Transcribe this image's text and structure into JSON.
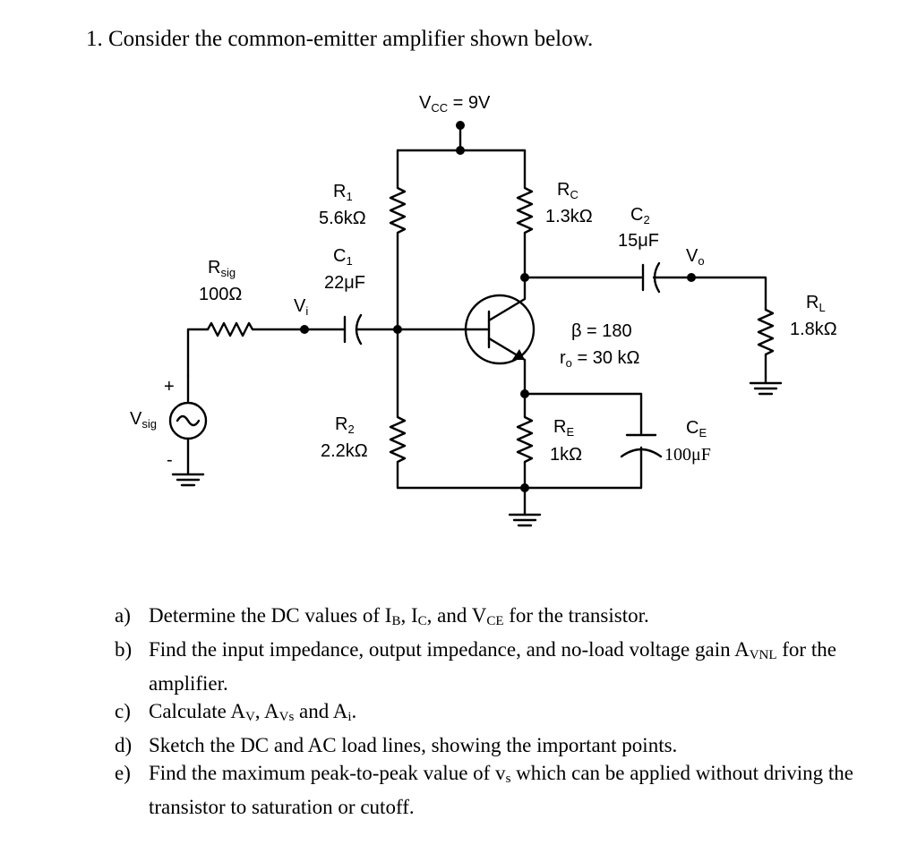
{
  "problem": {
    "number": "1.",
    "title": "Consider the common-emitter amplifier shown below."
  },
  "circuit": {
    "vcc": {
      "main": "V",
      "sub": "CC",
      "rest": " = 9V"
    },
    "r1": {
      "name_main": "R",
      "name_sub": "1",
      "value": "5.6kΩ"
    },
    "c1": {
      "name_main": "C",
      "name_sub": "1",
      "value": "22μF"
    },
    "rc": {
      "name_main": "R",
      "name_sub": "C",
      "value": "1.3kΩ"
    },
    "c2": {
      "name_main": "C",
      "name_sub": "2",
      "value": "15μF"
    },
    "vo": {
      "main": "V",
      "sub": "o"
    },
    "vi": {
      "main": "V",
      "sub": "i"
    },
    "rsig": {
      "name_main": "R",
      "name_sub": "sig",
      "value": "100Ω"
    },
    "beta": "β = 180",
    "ro": {
      "main": "r",
      "sub": "o",
      "rest": " = 30 kΩ"
    },
    "rl": {
      "name_main": "R",
      "name_sub": "L",
      "value": "1.8kΩ"
    },
    "vsig": {
      "main": "V",
      "sub": "sig",
      "plus": "+",
      "minus": "-"
    },
    "r2": {
      "name_main": "R",
      "name_sub": "2",
      "value": "2.2kΩ"
    },
    "re": {
      "name_main": "R",
      "name_sub": "E",
      "value": "1kΩ"
    },
    "ce": {
      "name_main": "C",
      "name_sub": "E",
      "value": "100μF"
    }
  },
  "questions": [
    {
      "label": "a)",
      "parts": [
        [
          "t",
          "Determine the DC values of I"
        ],
        [
          "s",
          "B"
        ],
        [
          "t",
          ", I"
        ],
        [
          "s",
          "C"
        ],
        [
          "t",
          ", and V"
        ],
        [
          "s",
          "CE"
        ],
        [
          "t",
          " for the transistor."
        ]
      ]
    },
    {
      "label": "b)",
      "parts": [
        [
          "t",
          "Find the input impedance, output impedance, and no-load voltage gain A"
        ],
        [
          "s",
          "VNL"
        ],
        [
          "t",
          " for the amplifier."
        ]
      ]
    },
    {
      "label": "c)",
      "parts": [
        [
          "t",
          "Calculate A"
        ],
        [
          "s",
          "V"
        ],
        [
          "t",
          ", A"
        ],
        [
          "s",
          "Vs"
        ],
        [
          "t",
          " and A"
        ],
        [
          "s",
          "i"
        ],
        [
          "t",
          "."
        ]
      ]
    },
    {
      "label": "d)",
      "parts": [
        [
          "t",
          "Sketch the DC and AC load lines, showing the important points."
        ]
      ]
    },
    {
      "label": "e)",
      "parts": [
        [
          "t",
          "Find the maximum peak-to-peak value of v"
        ],
        [
          "s",
          "s"
        ],
        [
          "t",
          " which can be applied without driving the transistor to saturation or cutoff."
        ]
      ]
    }
  ]
}
